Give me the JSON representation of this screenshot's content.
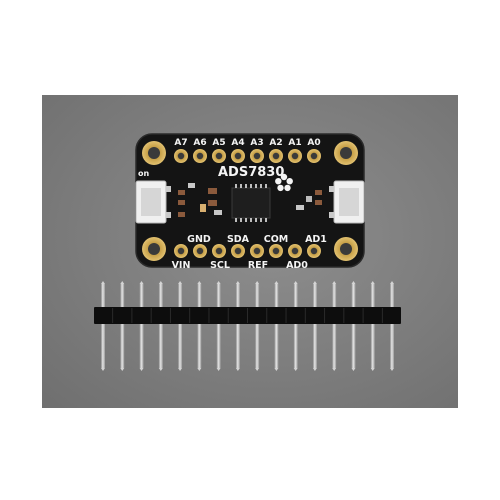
{
  "board": {
    "name": "ADS7830",
    "top_pins": [
      "A7",
      "A6",
      "A5",
      "A4",
      "A3",
      "A2",
      "A1",
      "A0"
    ],
    "bottom_row1": [
      "GND",
      "SDA",
      "COM",
      "AD1"
    ],
    "bottom_row2": [
      "VIN",
      "SCL",
      "REF",
      "AD0"
    ],
    "power_label": "on"
  },
  "header": {
    "pin_count": 16
  },
  "colors": {
    "background": "#7d7d7d",
    "pcb": "#141414",
    "pad_gold": "#c9a24a",
    "silkscreen": "#f4f4f4",
    "pin_metal": "#c8c8c8"
  }
}
